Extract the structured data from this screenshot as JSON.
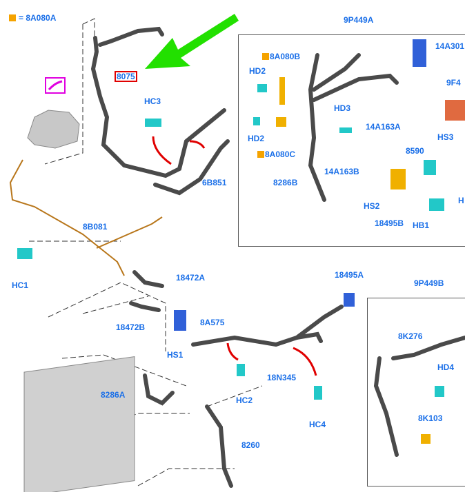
{
  "legend": {
    "text": "= 8A080A",
    "color": "#f5a300"
  },
  "labels": {
    "p8075": "8075",
    "hc3": "HC3",
    "p6b851": "6B851",
    "p8b081": "8B081",
    "hc1": "HC1",
    "p18472a": "18472A",
    "p18472b": "18472B",
    "p8a575": "8A575",
    "hs1": "HS1",
    "p8286a": "8286A",
    "p18495a": "18495A",
    "p18n345": "18N345",
    "hc2": "HC2",
    "hc4": "HC4",
    "p8260": "8260",
    "p9p449a": "9P449A",
    "p14a301": "14A301",
    "p8a080b": "8A080B",
    "hd2a": "HD2",
    "hd2b": "HD2",
    "p8a080c": "8A080C",
    "p9f4": "9F4",
    "hd3": "HD3",
    "p14a163a": "14A163A",
    "hs3": "HS3",
    "p8590": "8590",
    "p8286b": "8286B",
    "p14a163b": "14A163B",
    "hs2": "HS2",
    "p18495b": "18495B",
    "hb1": "HB1",
    "h": "H",
    "p9p449b": "9P449B",
    "p8k276": "8K276",
    "hd4": "HD4",
    "p8k103": "8K103"
  },
  "colors": {
    "label": "#1a6fe8",
    "hose": "#4a4a4a",
    "clamp": "#22c8c8",
    "part": "#f0b000",
    "arrow": "#e00000",
    "green": "#22e000",
    "highlight": "#e000e0"
  }
}
